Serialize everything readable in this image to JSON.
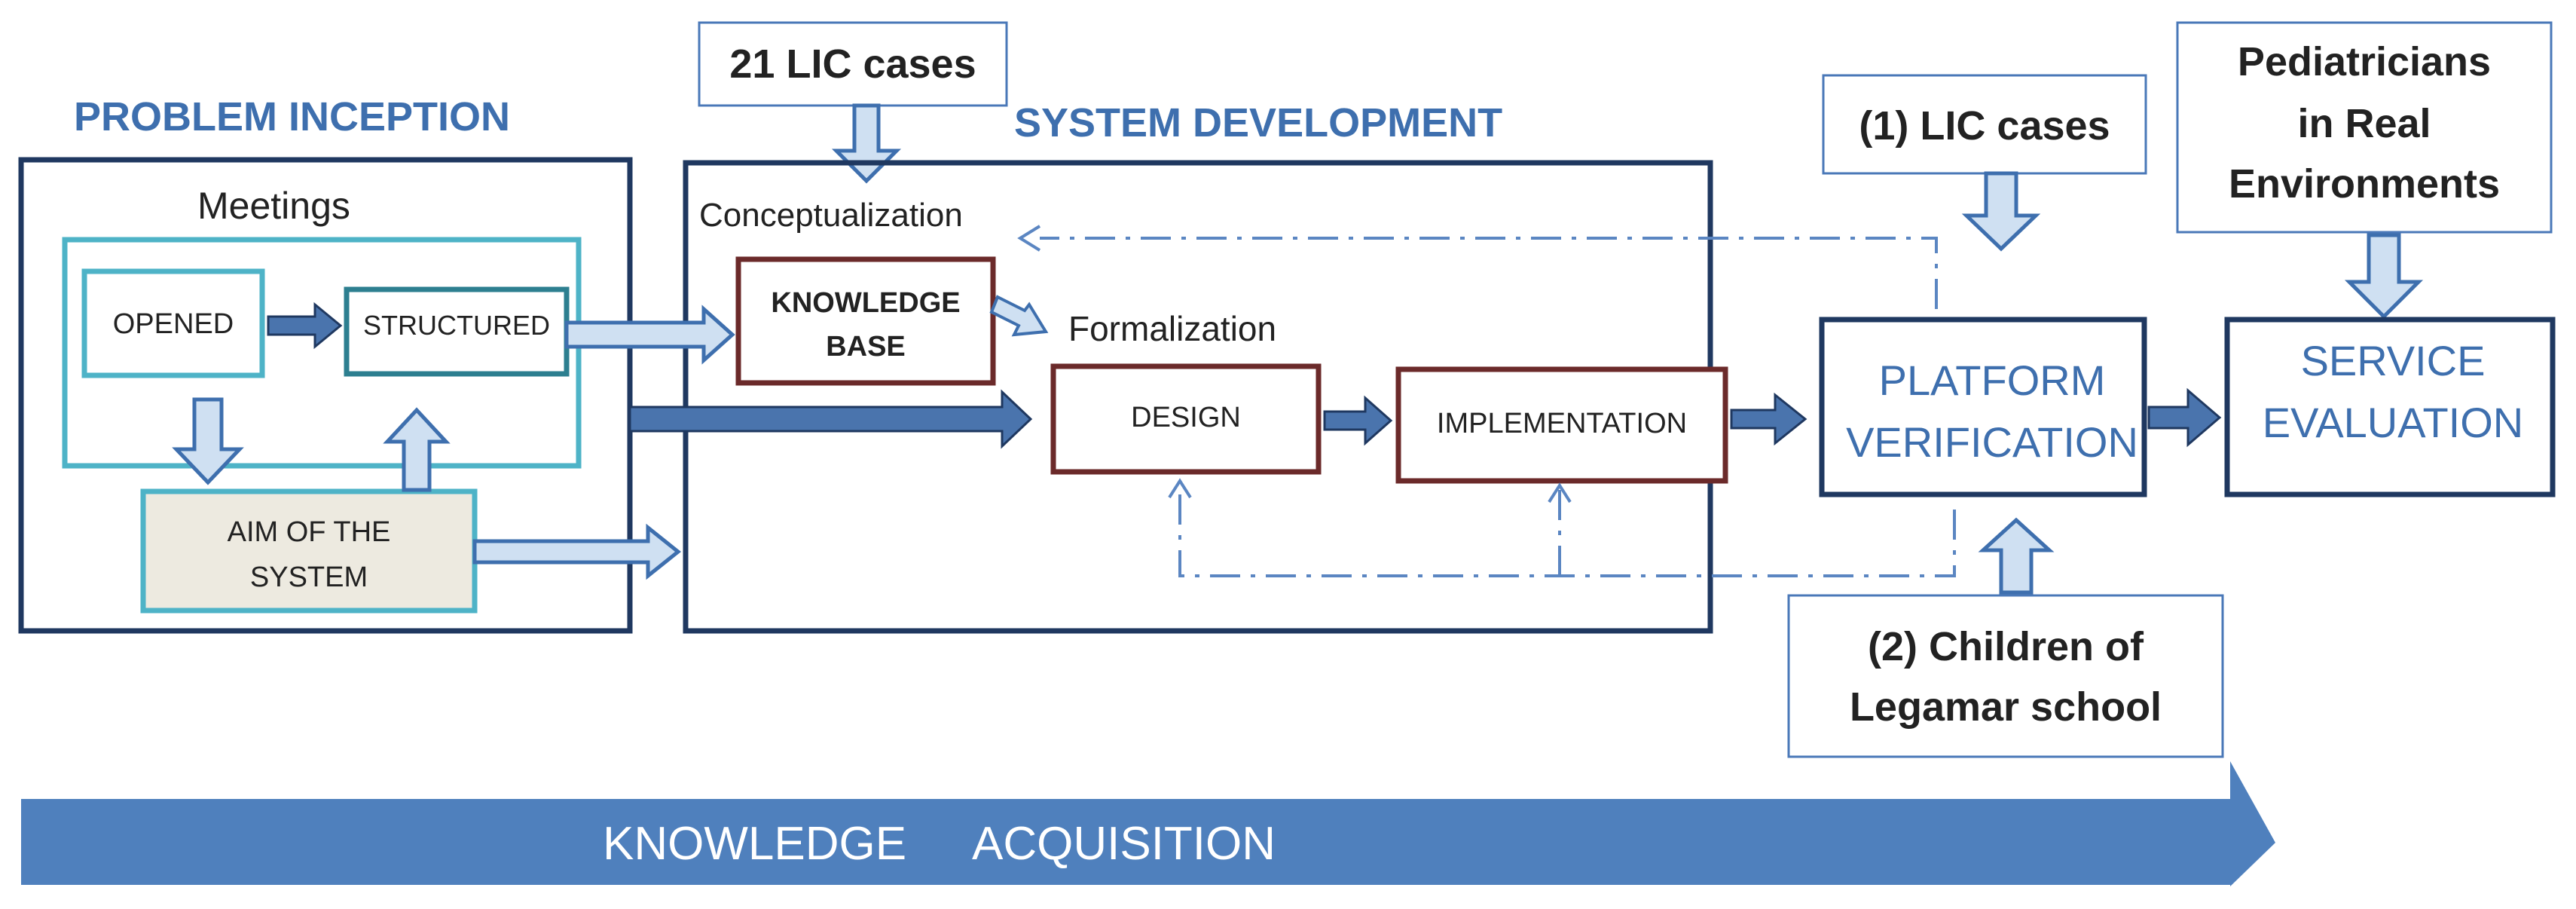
{
  "colors": {
    "navy": "#1f3860",
    "teal": "#4eb3c7",
    "teal_dark": "#2d7f90",
    "maroon": "#6b2a2a",
    "light_blue": "#4a78b8",
    "arrow_fill": "#4a74ad",
    "arrow_hollow": "#cfe0f2",
    "heading": "#3e6fae",
    "aim_fill": "#edeae0"
  },
  "sections": {
    "problem_inception": "PROBLEM  INCEPTION",
    "system_development": "SYSTEM  DEVELOPMENT"
  },
  "nodes": {
    "meetings": "Meetings",
    "opened": "OPENED",
    "structured": "STRUCTURED",
    "aim_line1": "AIM OF THE",
    "aim_line2": "SYSTEM",
    "conceptualization": "Conceptualization",
    "knowledge_line1": "KNOWLEDGE",
    "knowledge_line2": "BASE",
    "formalization": "Formalization",
    "design": "DESIGN",
    "implementation": "IMPLEMENTATION",
    "platform_line1": "PLATFORM",
    "platform_line2": "VERIFICATION",
    "service_line1": "SERVICE",
    "service_line2": "EVALUATION"
  },
  "inputs": {
    "lic21": "21 LIC cases",
    "lic1": "(1) LIC cases",
    "ped_line1": "Pediatricians",
    "ped_line2": "in Real",
    "ped_line3": "Environments",
    "children_line1": "(2) Children of",
    "children_line2": "Legamar school"
  },
  "banner": {
    "word1": "KNOWLEDGE",
    "word2": "ACQUISITION"
  }
}
